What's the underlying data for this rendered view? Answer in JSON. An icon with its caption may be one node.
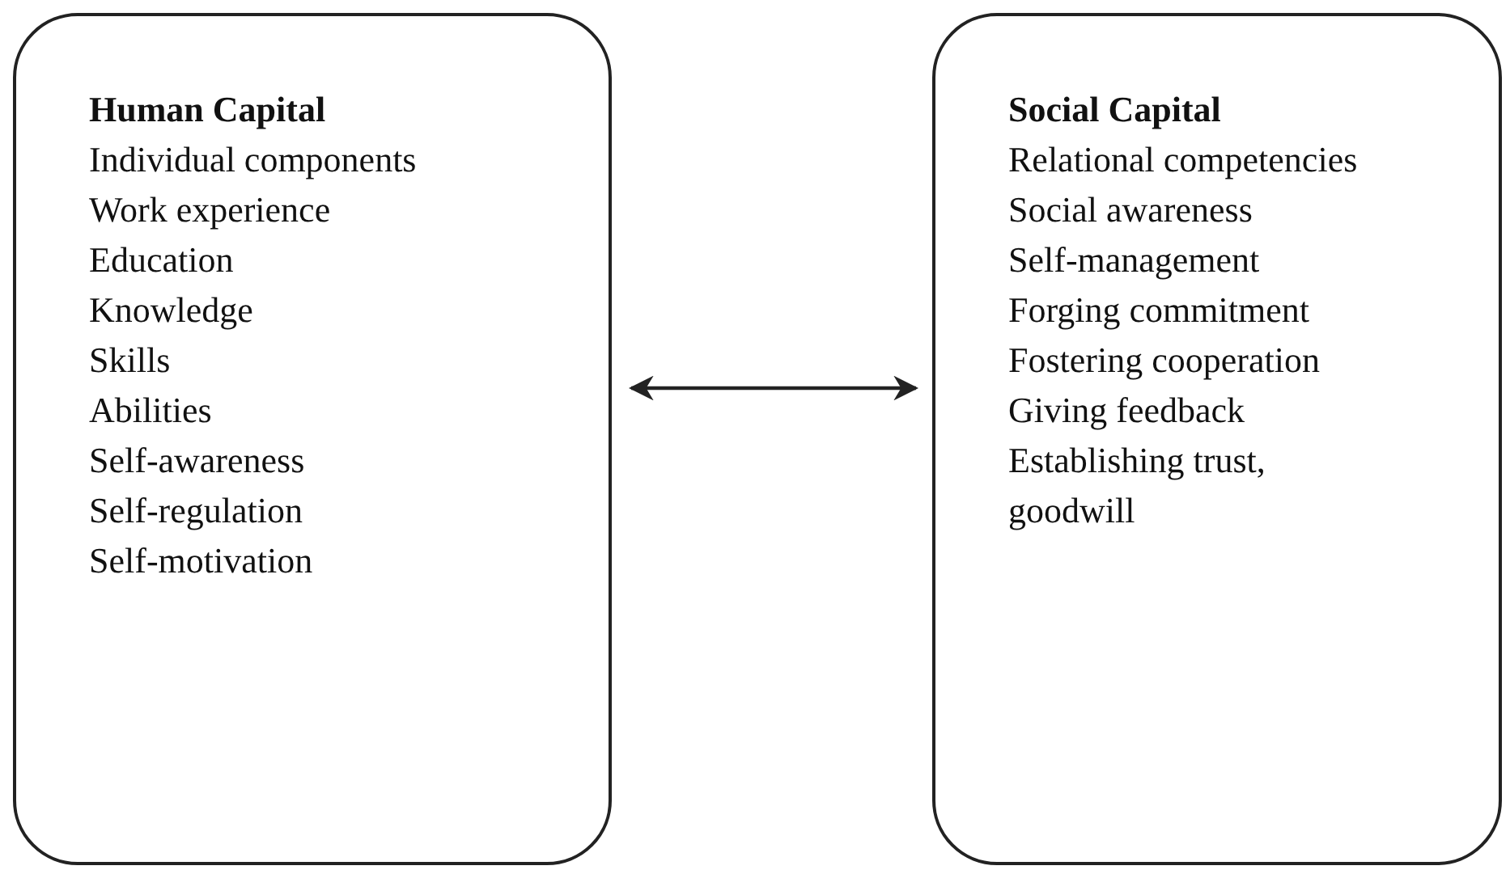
{
  "diagram": {
    "nodes": [
      {
        "text": [
          "Human Capital",
          "Individual components",
          "Work experience",
          "Education",
          "Knowledge",
          "Skills",
          "Abilities",
          "Self-awareness",
          "Self-regulation",
          "Self-motivation"
        ]
      },
      {
        "text": [
          "Social Capital",
          "Relational competencies",
          "Social awareness",
          "Self-management",
          "Forging commitment",
          "Fostering cooperation",
          "Giving feedback",
          "Establishing trust, goodwill"
        ]
      }
    ],
    "edges": [
      {
        "from": 0,
        "to": 1,
        "arrow": "both"
      }
    ]
  }
}
